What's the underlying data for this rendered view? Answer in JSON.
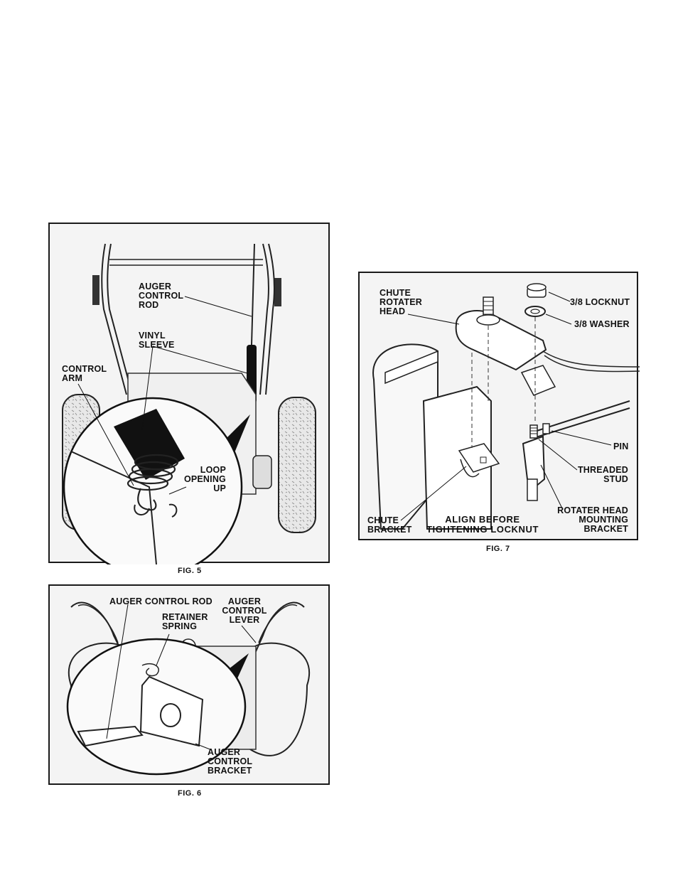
{
  "fig5": {
    "caption": "FIG. 5",
    "labels": {
      "auger_control_rod": "AUGER\nCONTROL\nROD",
      "vinyl_sleeve": "VINYL\nSLEEVE",
      "control_arm": "CONTROL\nARM",
      "loop_opening_up": "LOOP\nOPENING\nUP"
    }
  },
  "fig6": {
    "caption": "FIG. 6",
    "labels": {
      "auger_control_rod": "AUGER CONTROL ROD",
      "auger_control_lever": "AUGER\nCONTROL\nLEVER",
      "retainer_spring": "RETAINER\nSPRING",
      "auger_control_bracket": "AUGER\nCONTROL\nBRACKET"
    }
  },
  "fig7": {
    "caption": "FIG. 7",
    "labels": {
      "chute_rotater_head": "CHUTE\nROTATER\nHEAD",
      "locknut": "3/8 LOCKNUT",
      "washer": "3/8 WASHER",
      "pin": "PIN",
      "threaded_stud": "THREADED\nSTUD",
      "rotater_head_mounting_bracket": "ROTATER HEAD\nMOUNTING\nBRACKET",
      "chute_bracket": "CHUTE\nBRACKET"
    },
    "note": "ALIGN BEFORE\nTIGHTENING LOCKNUT"
  }
}
